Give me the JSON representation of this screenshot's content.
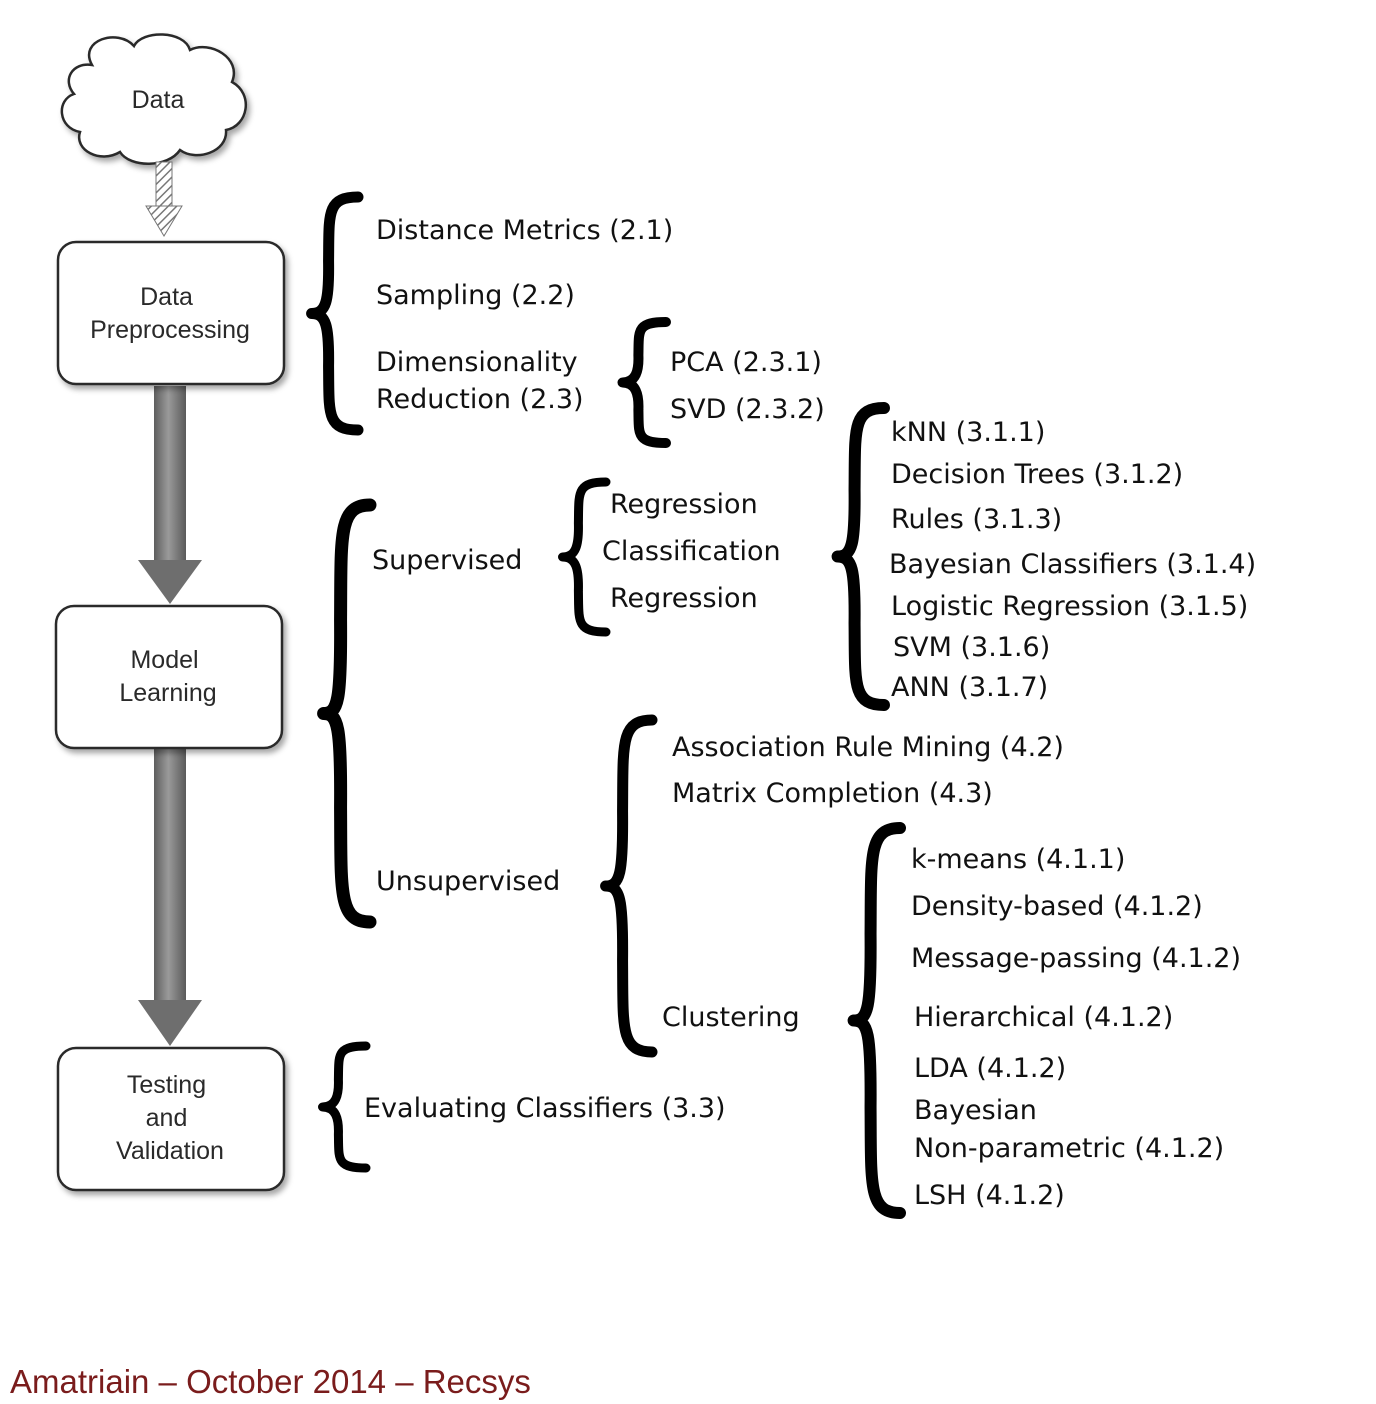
{
  "stages": {
    "data": "Data",
    "preprocessing": [
      "Data",
      "Preprocessing"
    ],
    "model_learning": [
      "Model",
      "Learning"
    ],
    "testing": [
      "Testing",
      "and",
      "Validation"
    ]
  },
  "preprocessing": {
    "distance": "Distance Metrics (2.1)",
    "sampling": "Sampling (2.2)",
    "dimred": [
      "Dimensionality",
      "Reduction (2.3)"
    ],
    "pca": "PCA (2.3.1)",
    "svd": "SVD (2.3.2)"
  },
  "supervised": {
    "label": "Supervised",
    "kinds": [
      "Regression",
      "Classification",
      "Regression"
    ],
    "methods": [
      "kNN (3.1.1)",
      "Decision Trees (3.1.2)",
      "Rules (3.1.3)",
      "Bayesian Classifiers (3.1.4)",
      "Logistic Regression (3.1.5)",
      "SVM (3.1.6)",
      "ANN (3.1.7)"
    ]
  },
  "unsupervised": {
    "label": "Unsupervised",
    "assoc": "Association Rule Mining (4.2)",
    "matrix": "Matrix Completion (4.3)",
    "clustering": "Clustering",
    "methods": [
      "k-means (4.1.1)",
      "Density-based (4.1.2)",
      "Message-passing (4.1.2)",
      "Hierarchical (4.1.2)",
      "LDA (4.1.2)",
      "Bayesian",
      "Non-parametric (4.1.2)",
      "LSH (4.1.2)"
    ]
  },
  "testing": {
    "evaluating": "Evaluating Classifiers (3.3)"
  },
  "footer": "Amatriain – October 2014 – Recsys"
}
